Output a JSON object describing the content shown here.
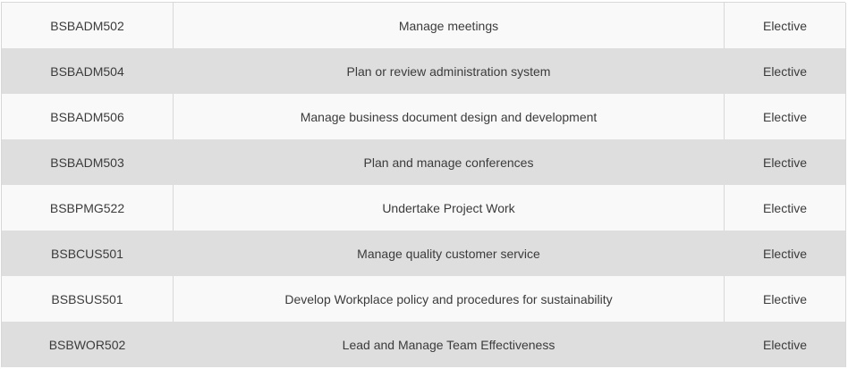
{
  "units_table": {
    "rows": [
      {
        "code": "BSBADM502",
        "title": "Manage meetings",
        "type": "Elective"
      },
      {
        "code": "BSBADM504",
        "title": "Plan or review administration system",
        "type": "Elective"
      },
      {
        "code": "BSBADM506",
        "title": "Manage business document design and development",
        "type": "Elective"
      },
      {
        "code": "BSBADM503",
        "title": "Plan and manage conferences",
        "type": "Elective"
      },
      {
        "code": "BSBPMG522",
        "title": "Undertake Project Work",
        "type": "Elective"
      },
      {
        "code": "BSBCUS501",
        "title": "Manage quality customer service",
        "type": "Elective"
      },
      {
        "code": "BSBSUS501",
        "title": "Develop Workplace policy and procedures for sustainability",
        "type": "Elective"
      },
      {
        "code": "BSBWOR502",
        "title": "Lead and Manage Team Effectiveness",
        "type": "Elective"
      }
    ],
    "colors": {
      "row_light": "#f9f9f9",
      "row_dark": "#dedede",
      "text": "#3b3b3b",
      "border": "#d8d8d8"
    }
  }
}
